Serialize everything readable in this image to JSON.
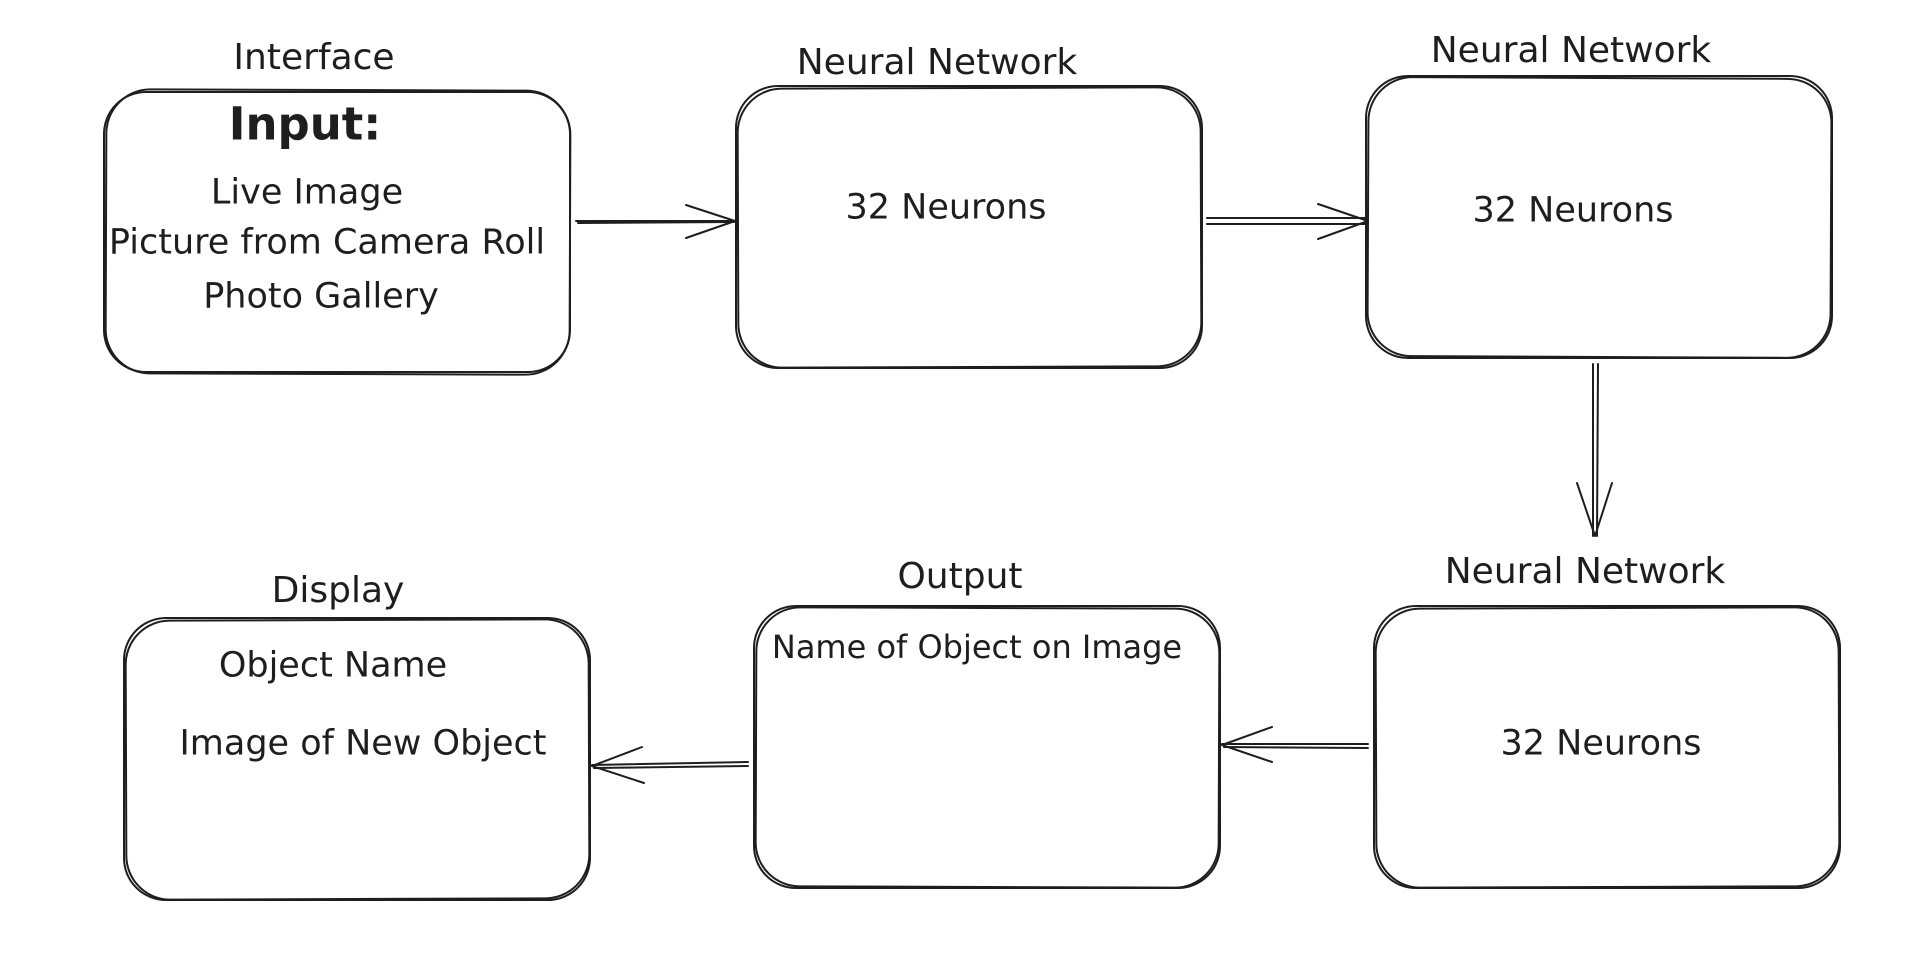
{
  "diagram": {
    "nodes": [
      {
        "id": "interface",
        "caption": "Interface",
        "heading": "Input:",
        "lines": [
          "Live Image",
          "Picture from Camera Roll",
          "Photo Gallery"
        ]
      },
      {
        "id": "neural-network-1",
        "caption": "Neural Network",
        "lines": [
          "32 Neurons"
        ]
      },
      {
        "id": "neural-network-2",
        "caption": "Neural Network",
        "lines": [
          "32 Neurons"
        ]
      },
      {
        "id": "neural-network-3",
        "caption": "Neural Network",
        "lines": [
          "32 Neurons"
        ]
      },
      {
        "id": "output",
        "caption": "Output",
        "lines": [
          "Name of Object on Image"
        ]
      },
      {
        "id": "display",
        "caption": "Display",
        "lines": [
          "Object Name",
          "Image of New Object"
        ]
      }
    ],
    "edges": [
      {
        "from": "interface",
        "to": "neural-network-1"
      },
      {
        "from": "neural-network-1",
        "to": "neural-network-2"
      },
      {
        "from": "neural-network-2",
        "to": "neural-network-3"
      },
      {
        "from": "neural-network-3",
        "to": "output"
      },
      {
        "from": "output",
        "to": "display"
      }
    ]
  }
}
